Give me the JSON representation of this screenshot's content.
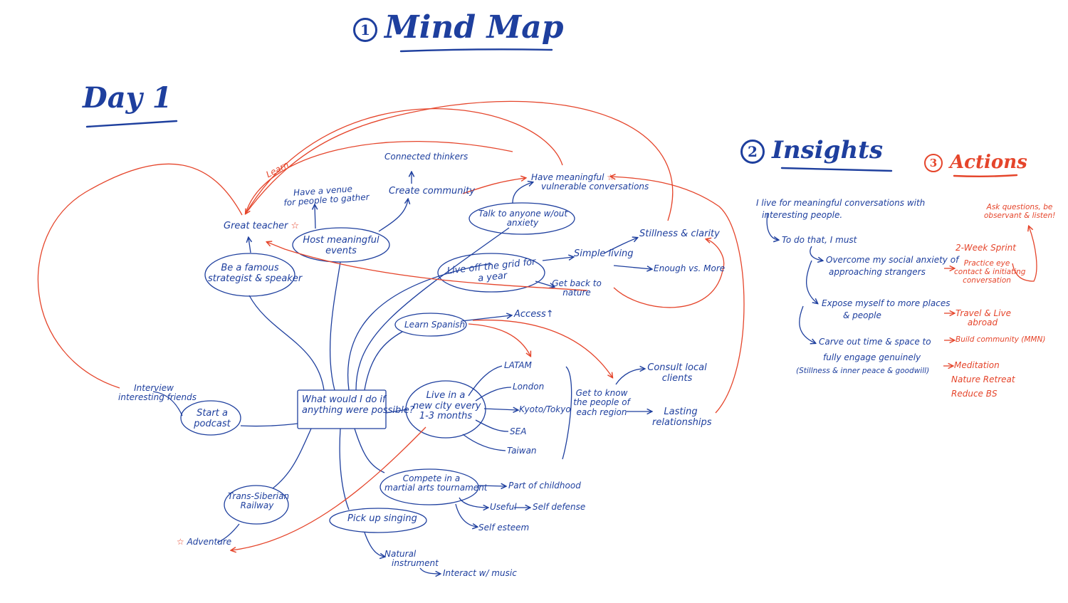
{
  "titles": {
    "mind_map_number": "1",
    "mind_map": "Mind Map",
    "day": "Day 1",
    "insights_number": "2",
    "insights": "Insights",
    "actions_number": "3",
    "actions": "Actions"
  },
  "mindmap": {
    "center": [
      "What would I do if",
      "anything were possible?"
    ],
    "learn": "Learn",
    "great_teacher": "Great teacher",
    "famous": [
      "Be a famous",
      "strategist & speaker"
    ],
    "venue": [
      "Have a venue",
      "for people to gather"
    ],
    "connected_thinkers": "Connected thinkers",
    "create_community": "Create community",
    "host_events": [
      "Host meaningful",
      "events"
    ],
    "meaningful": [
      "Have meaningful",
      "vulnerable conversations"
    ],
    "talk_anyone": [
      "Talk to anyone w/out",
      "anxiety"
    ],
    "off_grid": [
      "Live off the grid for",
      "a year"
    ],
    "simple_living": "Simple living",
    "stillness": "Stillness & clarity",
    "enough": "Enough vs. More",
    "nature": [
      "Get back to",
      "nature"
    ],
    "spanish": "Learn Spanish",
    "access": "Access↑",
    "new_city": [
      "Live in a",
      "new city every",
      "1-3 months"
    ],
    "latam": "LATAM",
    "london": "London",
    "kyoto": "Kyoto/Tokyo",
    "sea": "SEA",
    "taiwan": "Taiwan",
    "know_people": [
      "Get to know",
      "the people of",
      "each region"
    ],
    "consult": [
      "Consult local",
      "clients"
    ],
    "lasting": [
      "Lasting",
      "relationships"
    ],
    "interview": [
      "Interview",
      "interesting friends"
    ],
    "podcast": [
      "Start a",
      "podcast"
    ],
    "trans_siberian": [
      "Trans-Siberian",
      "Railway"
    ],
    "adventure": "Adventure",
    "singing": "Pick up singing",
    "natural_instrument": [
      "Natural",
      "instrument"
    ],
    "interact_music": "Interact w/ music",
    "martial": [
      "Compete in a",
      "martial arts tournament"
    ],
    "childhood": "Part of childhood",
    "useful": "Useful",
    "self_defense": "Self defense",
    "self_esteem": "Self esteem"
  },
  "insights": {
    "lines": [
      "I live for meaningful conversations with",
      "interesting people.",
      "To do that, I must",
      "Overcome my social anxiety of",
      "approaching strangers",
      "Expose myself to more places",
      "& people",
      "Carve out time & space to",
      "fully engage genuinely",
      "(Stillness & inner peace & goodwill)"
    ]
  },
  "actions": {
    "note": [
      "Ask questions, be",
      "observant & listen!"
    ],
    "sprint": "2-Week Sprint",
    "practice": [
      "Practice eye",
      "contact & initiating",
      "conversation"
    ],
    "travel": [
      "Travel & Live",
      "abroad"
    ],
    "build_community": "Build community (MMN)",
    "meditation": "Meditation",
    "retreat": "Nature Retreat",
    "reduce": "Reduce BS"
  },
  "colors": {
    "ink_blue": "#1e3f9e",
    "ink_red": "#e5452b"
  }
}
